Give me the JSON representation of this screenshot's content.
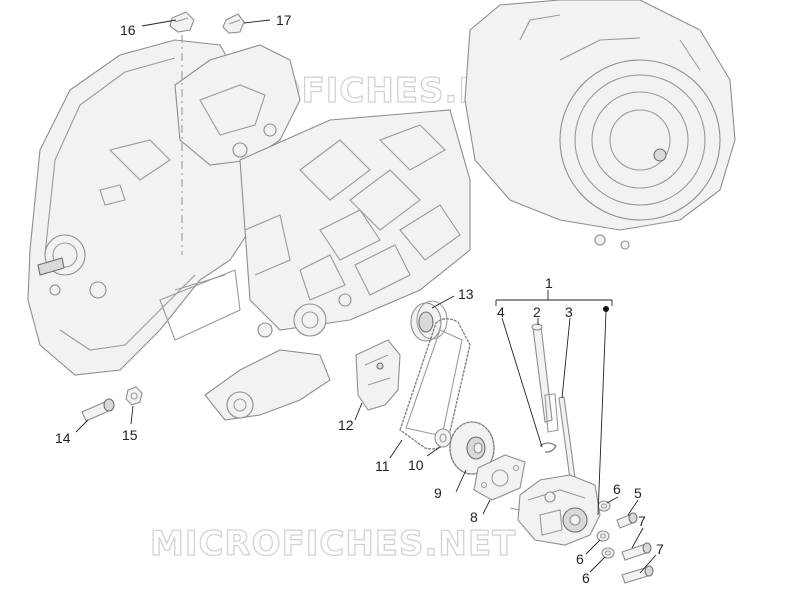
{
  "watermark": "MICROFICHES.NET",
  "labels": {
    "l1": "1",
    "l2": "2",
    "l3": "3",
    "l4": "4",
    "l5": "5",
    "l6a": "6",
    "l6b": "6",
    "l6c": "6",
    "l7a": "7",
    "l7b": "7",
    "l8": "8",
    "l9": "9",
    "l10": "10",
    "l11": "11",
    "l12": "12",
    "l13": "13",
    "l14": "14",
    "l15": "15",
    "l16": "16",
    "l17": "17"
  }
}
